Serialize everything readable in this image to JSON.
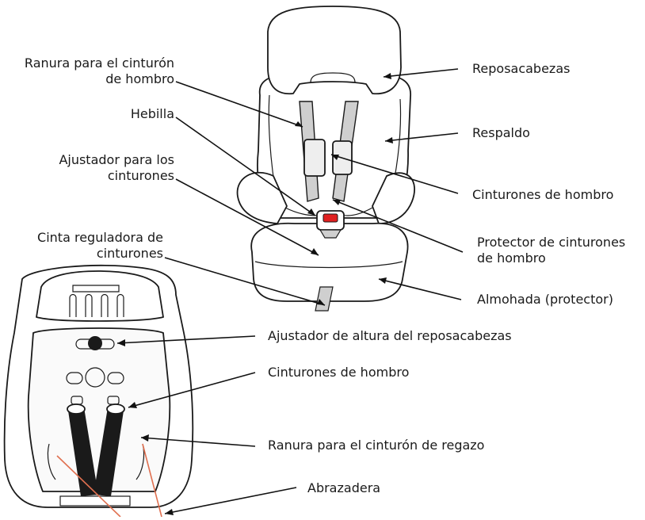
{
  "labels": {
    "shoulder_slot": [
      "Ranura para el cinturón",
      "de hombro"
    ],
    "buckle": "Hebilla",
    "belt_adjuster": [
      "Ajustador para los",
      "cinturones"
    ],
    "adjuster_strap": [
      "Cinta reguladora de",
      "cinturones"
    ],
    "headrest": "Reposacabezas",
    "backrest": "Respaldo",
    "shoulder_belts_front": "Cinturones de hombro",
    "shoulder_pad": [
      "Protector de cinturones",
      "de hombro"
    ],
    "cushion": "Almohada (protector)",
    "headrest_height_adjuster": "Ajustador de altura del reposacabezas",
    "shoulder_belts_back": "Cinturones de hombro",
    "lap_belt_slot": "Ranura para el cinturón de regazo",
    "clamp": "Abrazadera"
  },
  "colors": {
    "belt_gray": "#cfcfcf",
    "buckle_red": "#e02020",
    "strap_black": "#1a1a1a",
    "clamp_line": "#e07050"
  }
}
